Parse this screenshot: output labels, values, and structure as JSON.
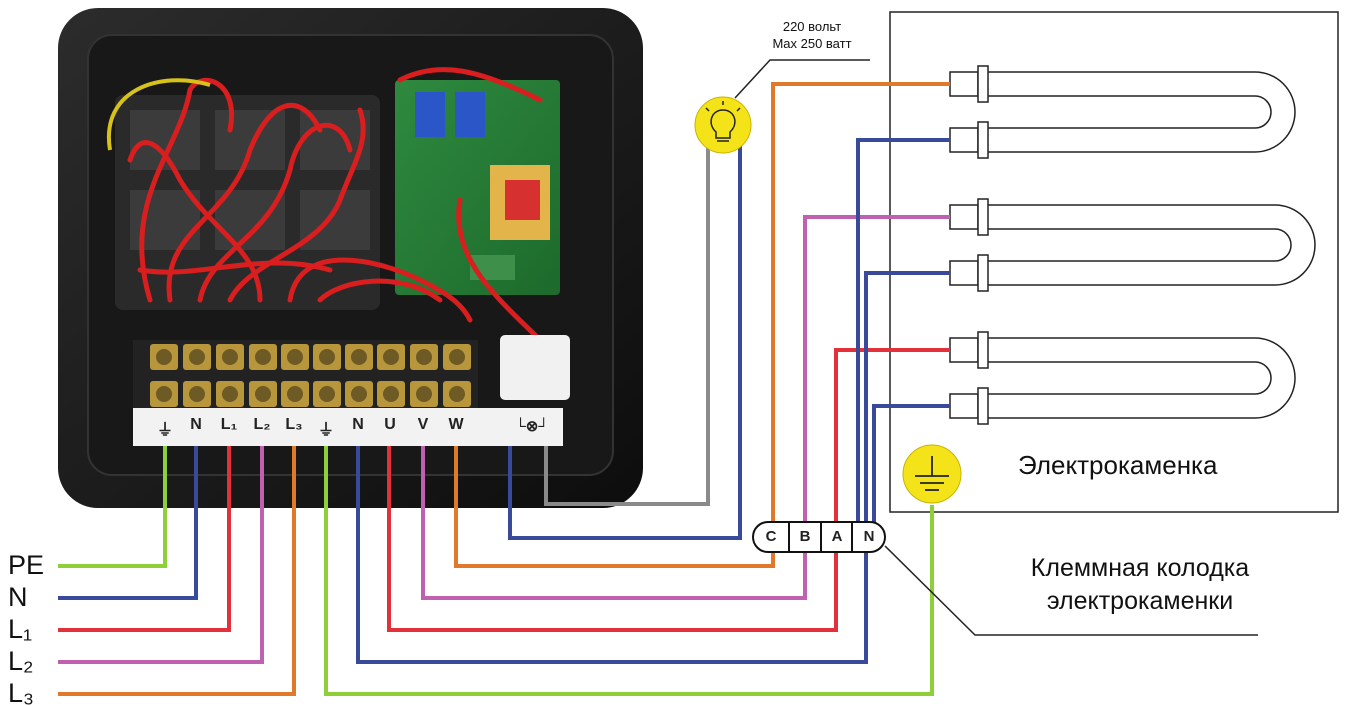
{
  "note": {
    "line1": "220 вольт",
    "line2": "Max 250 ватт"
  },
  "heater_label": "Электрокаменка",
  "block_caption": {
    "line1": "Клеммная колодка",
    "line2": "электрокаменки"
  },
  "supply_lines": [
    {
      "label": "PE",
      "color": "#8fd03a"
    },
    {
      "label": "N",
      "color": "#3a4a9a"
    },
    {
      "label": "L₁",
      "color": "#e2313a"
    },
    {
      "label": "L₂",
      "color": "#c060b0"
    },
    {
      "label": "L₃",
      "color": "#e07a2a"
    }
  ],
  "controller_terminals": [
    "⏚",
    "N",
    "L₁",
    "L₂",
    "L₃",
    "⏚",
    "N",
    "U",
    "V",
    "W"
  ],
  "lamp_terminal": "└⊗┘",
  "heater_block_terminals": [
    "C",
    "B",
    "A",
    "N"
  ],
  "colors": {
    "pe": "#8fd03a",
    "neutral": "#3a4a9a",
    "l1": "#e2313a",
    "l2": "#c060b0",
    "l3": "#e07a2a",
    "lamp_wire": "#8a8a8a",
    "lamp_icon": "#f5e31a",
    "box": "#1b1b1b"
  },
  "icons": {
    "lamp": "lightbulb-icon",
    "ground": "ground-icon"
  }
}
